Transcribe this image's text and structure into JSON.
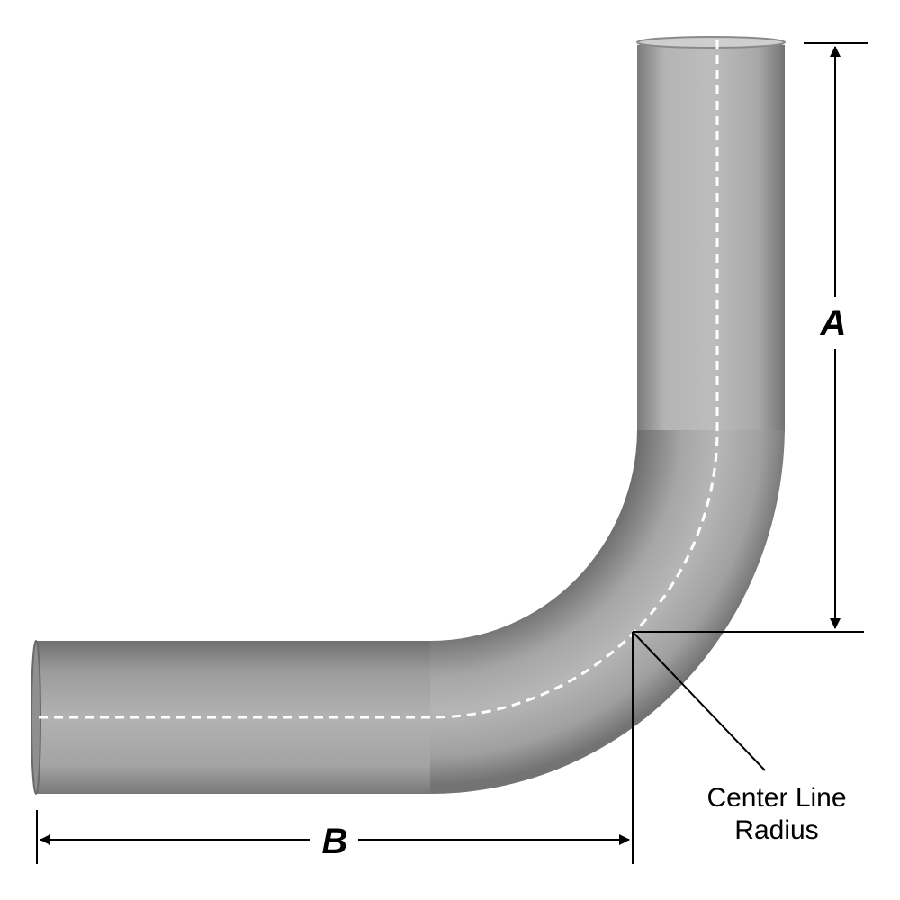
{
  "labels": {
    "dimension_a": "A",
    "dimension_b": "B",
    "callout_line1": "Center Line",
    "callout_line2": "Radius"
  },
  "colors": {
    "pipe_mid": "#a6a6a6",
    "pipe_dark": "#6e6e6e",
    "pipe_light": "#d0d0d0",
    "centerline": "#ffffff",
    "ink": "#000000"
  }
}
